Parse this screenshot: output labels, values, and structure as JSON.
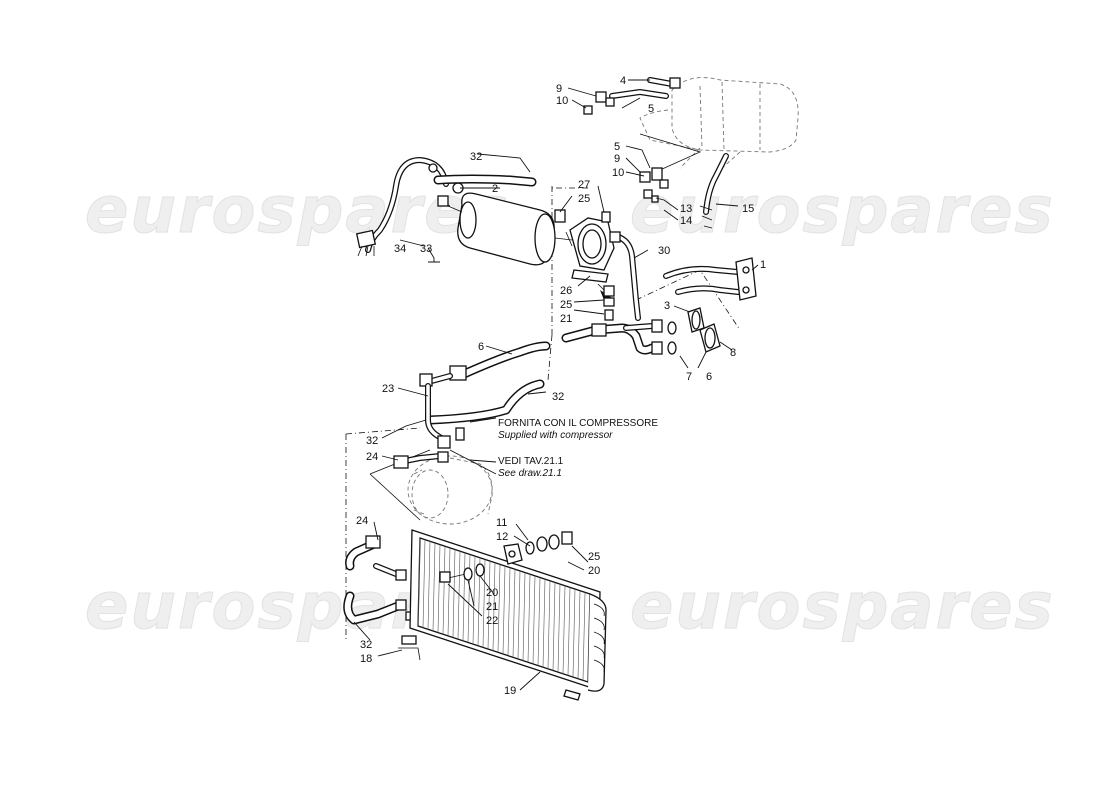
{
  "watermarks": [
    "eurospares",
    "eurospares",
    "eurospares",
    "eurospares"
  ],
  "notes": {
    "compressor_it": "FORNITA CON IL COMPRESSORE",
    "compressor_en": "Supplied with compressor",
    "ref_it": "VEDI TAV.21.1",
    "ref_en": "See draw.21.1"
  },
  "callouts": {
    "c1": "1",
    "c2": "2",
    "c3": "3",
    "c4": "4",
    "c5a": "5",
    "c5b": "5",
    "c6a": "6",
    "c6b": "6",
    "c7": "7",
    "c8": "8",
    "c9a": "9",
    "c9b": "9",
    "c10a": "10",
    "c10b": "10",
    "c11": "11",
    "c12": "12",
    "c13": "13",
    "c14": "14",
    "c15": "15",
    "c18": "18",
    "c19": "19",
    "c20a": "20",
    "c20b": "20",
    "c21a": "21",
    "c21b": "21",
    "c22": "22",
    "c23": "23",
    "c24a": "24",
    "c24b": "24",
    "c25a": "25",
    "c25b": "25",
    "c25c": "25",
    "c26": "26",
    "c27": "27",
    "c30": "30",
    "c32a": "32",
    "c32b": "32",
    "c32c": "32",
    "c32d": "32",
    "c33": "33",
    "c34": "34"
  }
}
